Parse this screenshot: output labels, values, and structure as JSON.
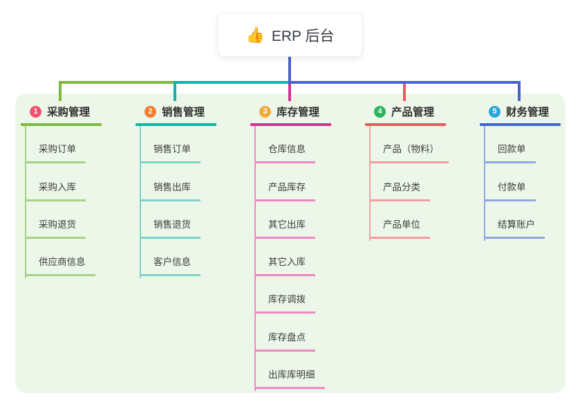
{
  "root": {
    "icon": "👍",
    "label": "ERP 后台"
  },
  "colors": {
    "canvas_bg": "#ffffff",
    "panel_bg": "#edf7e9",
    "root_line": "#4a5fd0",
    "text": "#333333"
  },
  "branches": [
    {
      "num": "1",
      "title": "采购管理",
      "color": "#7db93f",
      "light_color": "#a6d284",
      "badge_color": "#f2506e",
      "children": [
        "采购订单",
        "采购入库",
        "采购退货",
        "供应商信息"
      ]
    },
    {
      "num": "2",
      "title": "销售管理",
      "color": "#13b2a6",
      "light_color": "#7fd2ca",
      "badge_color": "#f57b2f",
      "children": [
        "销售订单",
        "销售出库",
        "销售退货",
        "客户信息"
      ]
    },
    {
      "num": "3",
      "title": "库存管理",
      "color": "#d9308f",
      "light_color": "#ef87c3",
      "badge_color": "#f3aa3c",
      "children": [
        "仓库信息",
        "产品库存",
        "其它出库",
        "其它入库",
        "库存调拨",
        "库存盘点",
        "出库库明细"
      ]
    },
    {
      "num": "4",
      "title": "产品管理",
      "color": "#f0565e",
      "light_color": "#f49ba1",
      "badge_color": "#2db55d",
      "children": [
        "产品（物料）",
        "产品分类",
        "产品单位"
      ]
    },
    {
      "num": "5",
      "title": "财务管理",
      "color": "#4464cb",
      "light_color": "#90a7e0",
      "badge_color": "#29a8dc",
      "children": [
        "回款单",
        "付款单",
        "结算账户"
      ]
    }
  ]
}
